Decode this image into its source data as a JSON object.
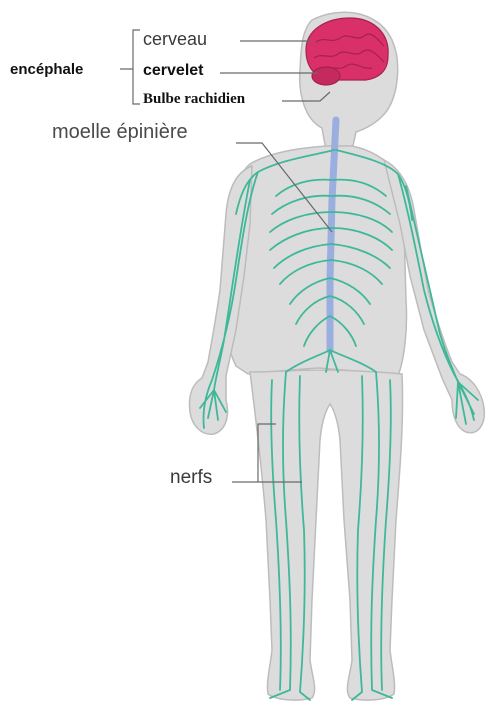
{
  "labels": {
    "encephale": "encéphale",
    "cerveau": "cerveau",
    "cervelet": "cervelet",
    "bulbe": "Bulbe rachidien",
    "moelle": "moelle épinière",
    "nerfs": "nerfs"
  },
  "colors": {
    "skin": "#d9d9d9",
    "skin_outline": "#b8b8b8",
    "nerve": "#3fb89a",
    "brain": "#d9306a",
    "spine": "#9aaee0",
    "leader": "#6a6a6a"
  }
}
